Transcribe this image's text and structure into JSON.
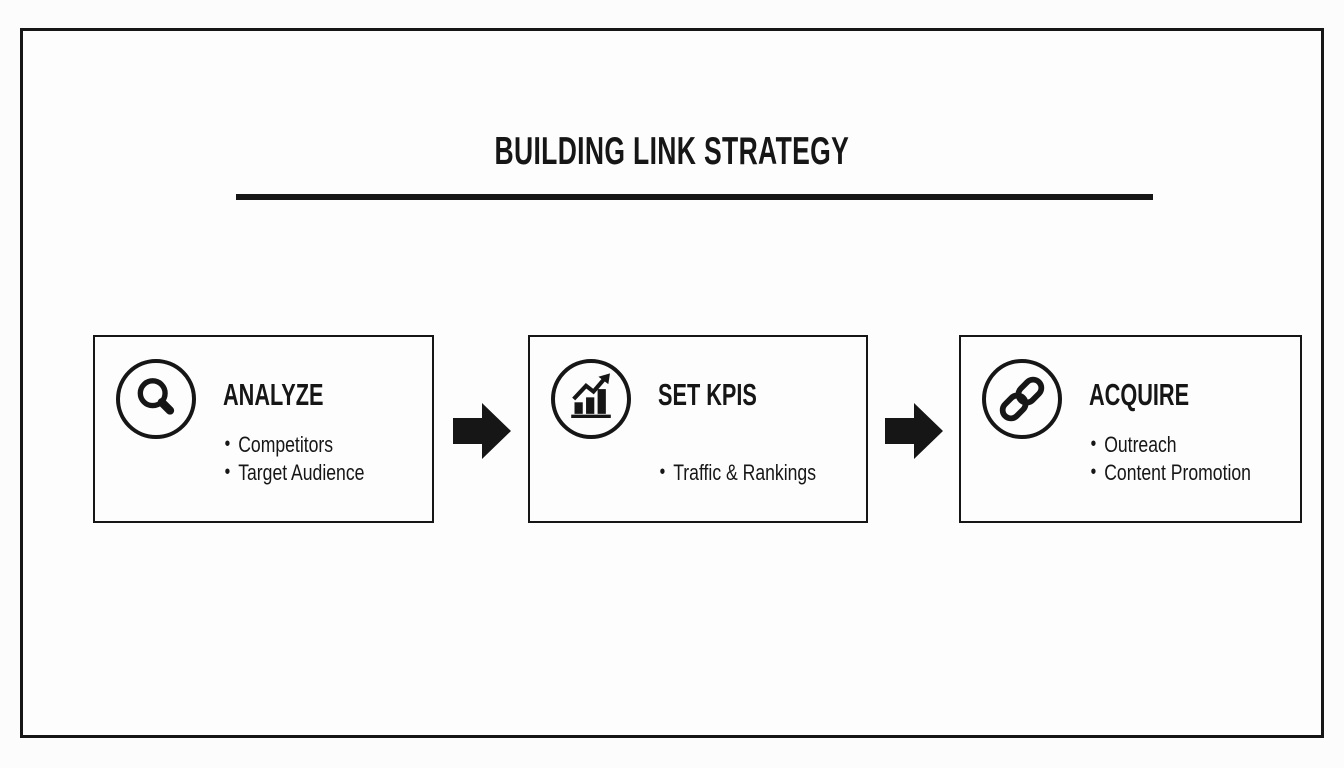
{
  "header": {
    "title": "BUILDING LINK STRATEGY"
  },
  "steps": [
    {
      "label": "ANALYZE",
      "icon": "magnifier-icon",
      "bullets": [
        "Competitors",
        "Target Audience"
      ]
    },
    {
      "label": "SET KPIS",
      "icon": "bar-chart-growth-icon",
      "bullets": [
        "Traffic & Rankings"
      ]
    },
    {
      "label": "ACQUIRE",
      "icon": "chain-link-icon",
      "bullets": [
        "Outreach",
        "Content Promotion"
      ]
    }
  ],
  "connectors": [
    {
      "icon": "arrow-right-icon"
    },
    {
      "icon": "arrow-right-icon"
    }
  ],
  "colors": {
    "ink": "#161616",
    "background": "#fcfcfc"
  }
}
